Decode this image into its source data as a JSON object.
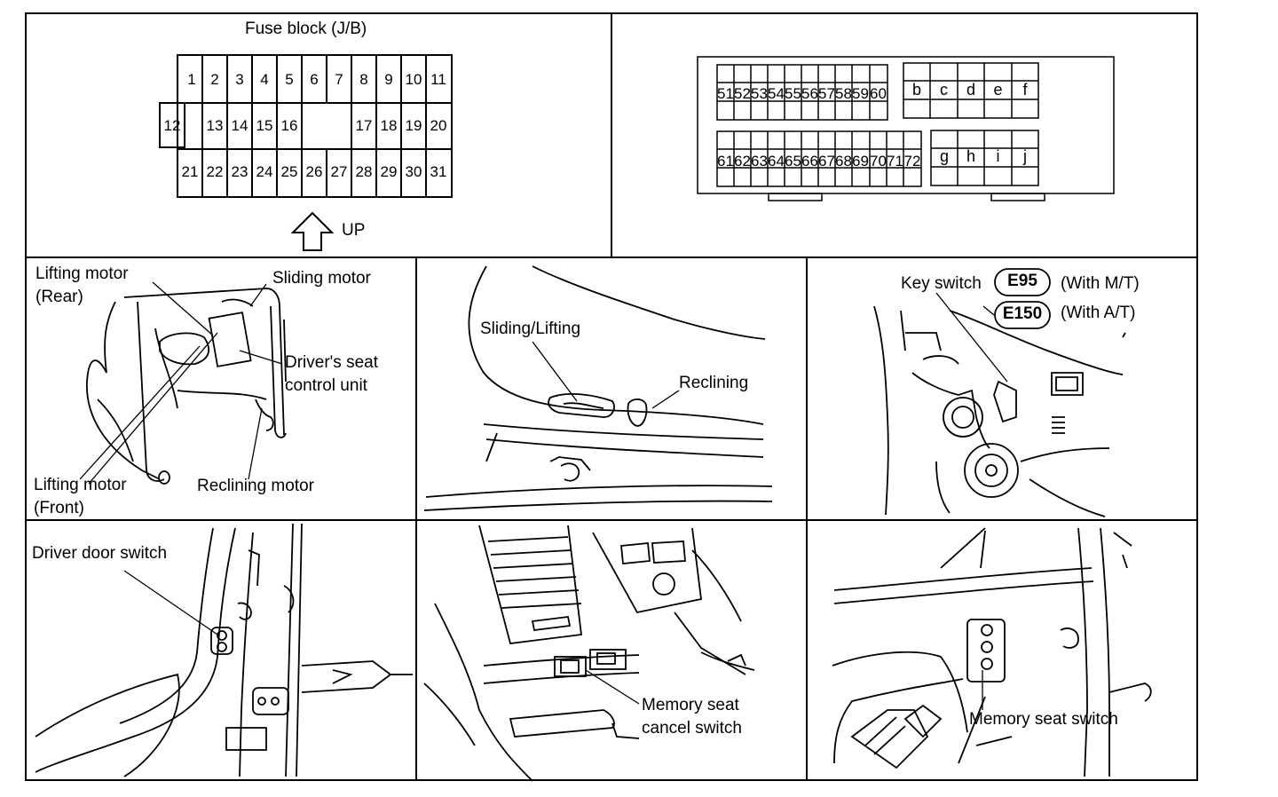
{
  "fuse_block": {
    "title": "Fuse block (J/B)",
    "row1": [
      "1",
      "2",
      "3",
      "4",
      "5",
      "6",
      "7",
      "8",
      "9",
      "10",
      "11"
    ],
    "row2_left": "12",
    "row2": [
      "13",
      "14",
      "15",
      "16",
      "",
      "",
      "17",
      "18",
      "19",
      "20"
    ],
    "row3": [
      "21",
      "22",
      "23",
      "24",
      "25",
      "26",
      "27",
      "28",
      "29",
      "30",
      "31"
    ],
    "up_label": "UP"
  },
  "connector": {
    "block1": [
      "51",
      "52",
      "53",
      "54",
      "55",
      "56",
      "57",
      "58",
      "59",
      "60"
    ],
    "block2": [
      "b",
      "c",
      "d",
      "e",
      "f"
    ],
    "block3": [
      "61",
      "62",
      "63",
      "64",
      "65",
      "66",
      "67",
      "68",
      "69",
      "70",
      "71",
      "72"
    ],
    "block4": [
      "g",
      "h",
      "i",
      "j"
    ]
  },
  "seat_panel": {
    "lifting_rear_1": "Lifting motor",
    "lifting_rear_2": "(Rear)",
    "sliding": "Sliding motor",
    "unit_1": "Driver's seat",
    "unit_2": "control unit",
    "lifting_front_1": "Lifting motor",
    "lifting_front_2": "(Front)",
    "reclining_motor": "Reclining motor"
  },
  "switch_panel": {
    "sliding_lifting": "Sliding/Lifting",
    "reclining": "Reclining"
  },
  "key_panel": {
    "key_switch": "Key switch",
    "e95": "E95",
    "mt": "(With M/T)",
    "e150": "E150",
    "at": "(With A/T)"
  },
  "door_panel": {
    "driver_door_switch": "Driver door switch"
  },
  "cancel_panel": {
    "line1": "Memory seat",
    "line2": "cancel switch"
  },
  "memory_panel": {
    "memory_seat_switch": "Memory seat switch"
  }
}
